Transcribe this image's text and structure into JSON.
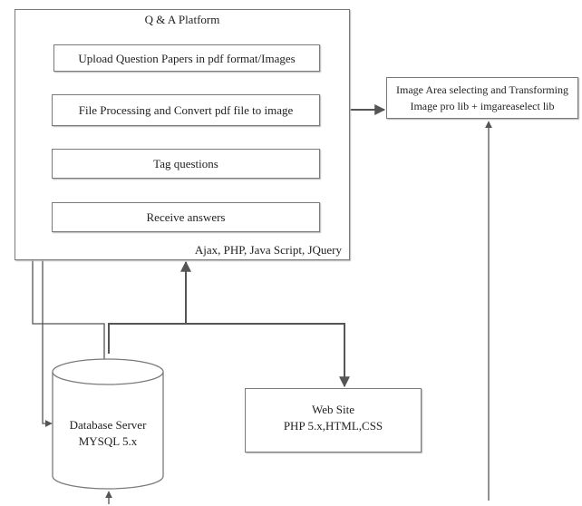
{
  "diagram": {
    "platform": {
      "title": "Q & A Platform",
      "tech": "Ajax, PHP, Java Script, JQuery"
    },
    "steps": [
      "Upload Question Papers in pdf format/Images",
      "File Processing and Convert pdf file to image",
      "Tag questions",
      "Receive answers"
    ],
    "image_lib": {
      "line1": "Image Area selecting and Transforming",
      "line2": "Image pro lib + imgareaselect lib"
    },
    "database": {
      "line1": "Database Server",
      "line2": "MYSQL 5.x"
    },
    "website": {
      "line1": "Web Site",
      "line2": "PHP 5.x,HTML,CSS"
    },
    "colors": {
      "line": "#555555",
      "border": "#7a7a7a"
    }
  }
}
